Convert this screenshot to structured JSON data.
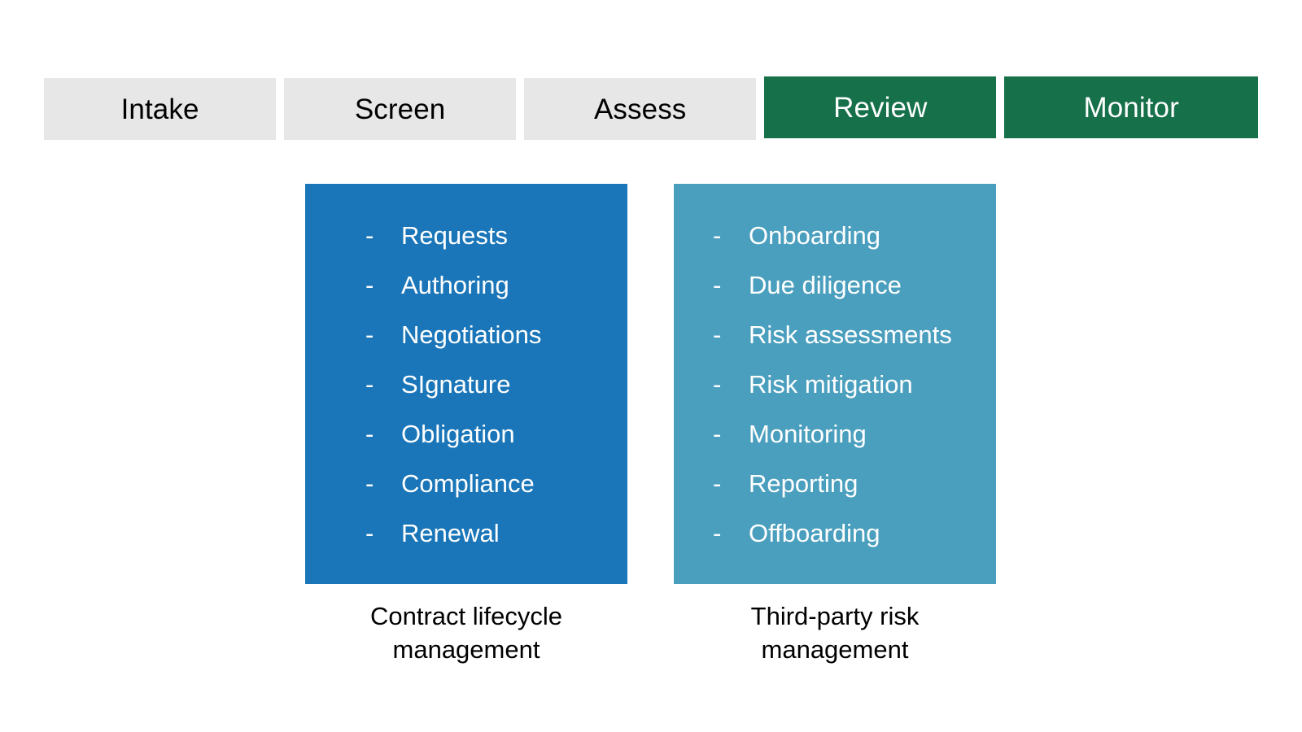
{
  "page": {
    "background_color": "#ffffff"
  },
  "stages": {
    "items": [
      {
        "label": "Intake",
        "state": "inactive",
        "background": "#e7e7e7",
        "text_color": "#000000"
      },
      {
        "label": "Screen",
        "state": "inactive",
        "background": "#e7e7e7",
        "text_color": "#000000"
      },
      {
        "label": "Assess",
        "state": "inactive",
        "background": "#e7e7e7",
        "text_color": "#000000"
      },
      {
        "label": "Review",
        "state": "active",
        "background": "#16704a",
        "text_color": "#ffffff"
      },
      {
        "label": "Monitor",
        "state": "active",
        "background": "#16704a",
        "text_color": "#ffffff"
      }
    ]
  },
  "panels": [
    {
      "id": "contract-lifecycle-management",
      "color": "#1a76b8",
      "caption": "Contract lifecycle\nmanagement",
      "bullet": "-",
      "items": [
        "Requests",
        "Authoring",
        "Negotiations",
        "SIgnature",
        "Obligation",
        "Compliance",
        "Renewal"
      ]
    },
    {
      "id": "third-party-risk-management",
      "color": "#4b9fbe",
      "caption": "Third-party risk\nmanagement",
      "bullet": "-",
      "items": [
        "Onboarding",
        "Due diligence",
        "Risk assessments",
        "Risk mitigation",
        "Monitoring",
        "Reporting",
        "Offboarding"
      ]
    }
  ]
}
